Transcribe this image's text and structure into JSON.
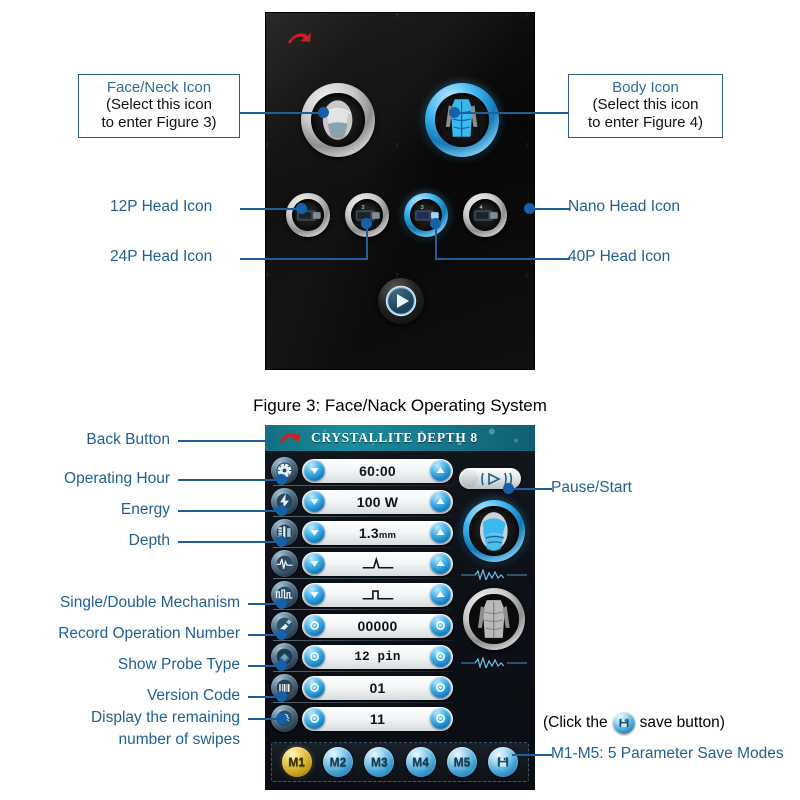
{
  "figure_top": {
    "back_icon": "red-back-arrow-icon",
    "main_icons": [
      {
        "name": "face-neck-icon",
        "style": "silver"
      },
      {
        "name": "body-icon",
        "style": "blue"
      }
    ],
    "head_icons": [
      {
        "name": "12p-head-icon",
        "style": "silver",
        "badge": "1"
      },
      {
        "name": "24p-head-icon",
        "style": "silver",
        "badge": "2"
      },
      {
        "name": "40p-head-icon",
        "style": "blue",
        "badge": "3"
      },
      {
        "name": "nano-head-icon",
        "style": "silver",
        "badge": "4"
      }
    ],
    "play_icon": "play-button-icon",
    "callouts": {
      "face_neck": {
        "title": "Face/Neck Icon",
        "line1": "(Select this icon",
        "line2": "to enter Figure 3)"
      },
      "body": {
        "title": "Body Icon",
        "line1": "(Select this icon",
        "line2": "to enter Figure 4)"
      },
      "head_12p": "12P Head Icon",
      "head_24p": "24P Head Icon",
      "head_nano": "Nano Head Icon",
      "head_40p": "40P Head Icon"
    }
  },
  "caption": "Figure 3: Face/Nack Operating System",
  "device": {
    "header": {
      "title": "CRYSTALLITE DEPTH 8",
      "back_icon": "red-back-arrow-icon"
    },
    "rows": [
      {
        "icon": "timer-icon",
        "left_btn": "decrease-icon",
        "value": "60:00",
        "unit": "",
        "glyph": "",
        "right_btn": "increase-icon",
        "btn_type": "arrow"
      },
      {
        "icon": "energy-bolt-icon",
        "left_btn": "decrease-icon",
        "value": "100",
        "unit": " W",
        "glyph": "",
        "right_btn": "increase-icon",
        "btn_type": "arrow"
      },
      {
        "icon": "depth-ruler-icon",
        "left_btn": "decrease-icon",
        "value": "1.3",
        "unit": "mm",
        "glyph": "",
        "right_btn": "increase-icon",
        "btn_type": "arrow"
      },
      {
        "icon": "pulse-wave-icon",
        "left_btn": "decrease-icon",
        "value": "",
        "unit": "",
        "glyph": "single-pulse-waveform",
        "right_btn": "increase-icon",
        "btn_type": "arrow"
      },
      {
        "icon": "square-wave-icon",
        "left_btn": "decrease-icon",
        "value": "",
        "unit": "",
        "glyph": "square-pulse-waveform",
        "right_btn": "increase-icon",
        "btn_type": "arrow"
      },
      {
        "icon": "record-counter-icon",
        "left_btn": "select-icon",
        "value": "00000",
        "unit": "",
        "glyph": "",
        "right_btn": "select-icon",
        "btn_type": "dot"
      },
      {
        "icon": "probe-type-icon",
        "left_btn": "select-icon",
        "value": "12 pin",
        "unit": "",
        "glyph": "",
        "right_btn": "select-icon",
        "btn_type": "dot",
        "mono": true
      },
      {
        "icon": "barcode-version-icon",
        "left_btn": "select-icon",
        "value": "01",
        "unit": "",
        "glyph": "",
        "right_btn": "select-icon",
        "btn_type": "dot"
      },
      {
        "icon": "swipes-remaining-icon",
        "left_btn": "select-icon",
        "value": "11",
        "unit": "",
        "glyph": "",
        "right_btn": "select-icon",
        "btn_type": "dot"
      }
    ],
    "pause_start": {
      "name": "pause-start-control",
      "icon": "play-triangle-icon"
    },
    "previews": [
      {
        "name": "face-preview-icon",
        "style": "blue"
      },
      {
        "name": "body-preview-icon",
        "style": "silver"
      }
    ],
    "memory": {
      "buttons": [
        {
          "label": "M1",
          "style": "gold"
        },
        {
          "label": "M2",
          "style": "blue"
        },
        {
          "label": "M3",
          "style": "blue"
        },
        {
          "label": "M4",
          "style": "blue"
        },
        {
          "label": "M5",
          "style": "blue"
        }
      ],
      "save_button": {
        "label": "",
        "icon": "save-disk-icon",
        "style": "save"
      }
    }
  },
  "labels": {
    "back_button": "Back Button",
    "operating_hour": "Operating Hour",
    "energy": "Energy",
    "depth": "Depth",
    "single_double": "Single/Double Mechanism",
    "record_operation": "Record Operation Number",
    "show_probe": "Show Probe Type",
    "version_code": "Version Code",
    "swipes_line1": "Display the remaining",
    "swipes_line2": "number of swipes",
    "pause_start": "Pause/Start",
    "save_note_pre": "(Click the",
    "save_note_post": "save button)",
    "memory_note": "M1-M5: 5 Parameter Save Modes"
  },
  "colors": {
    "label_blue": "#1f5f96",
    "line_blue": "#1d5e9b",
    "header_teal": "#17788c",
    "accent_blue": "#3f9fd2",
    "memory_gold": "#ecd15a",
    "back_red": "#cc2020"
  }
}
